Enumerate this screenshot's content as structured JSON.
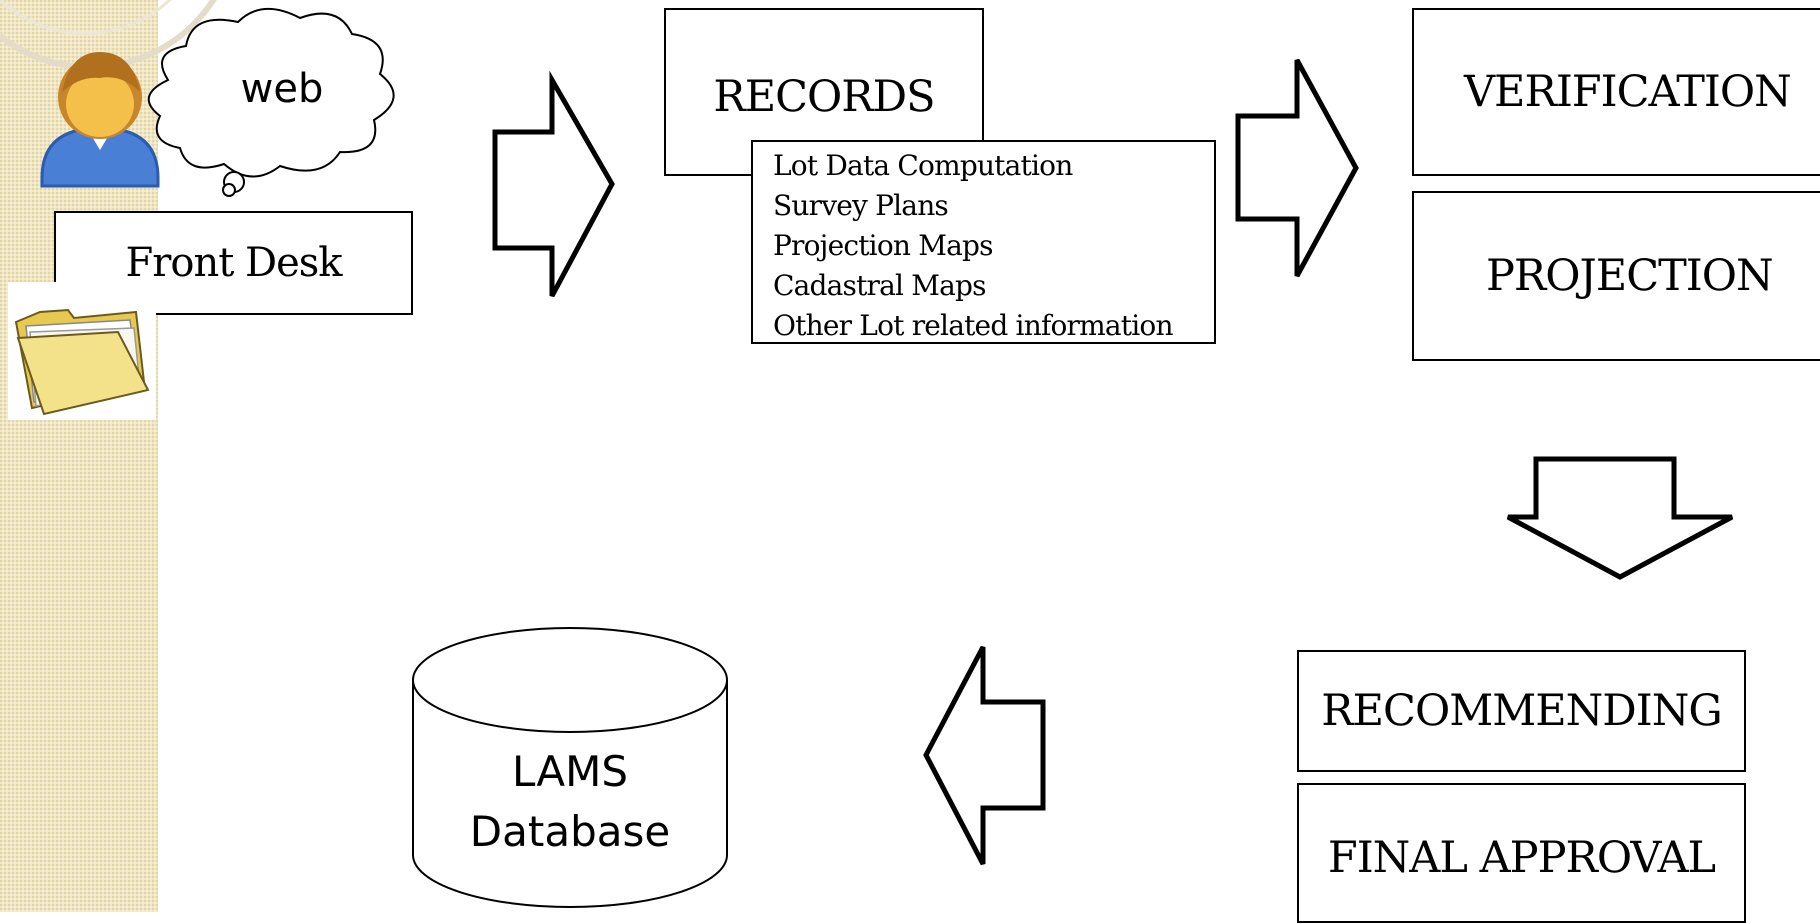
{
  "sidebar": {
    "color": "#efe6c4"
  },
  "user": {
    "bubble_text": "web"
  },
  "front_desk": {
    "label": "Front Desk"
  },
  "records": {
    "label": "RECORDS",
    "items": [
      "Lot Data Computation",
      "Survey Plans",
      "Projection Maps",
      "Cadastral Maps",
      "Other Lot related information"
    ]
  },
  "verification": {
    "label": "VERIFICATION"
  },
  "projection": {
    "label": "PROJECTION"
  },
  "recommending": {
    "label": "RECOMMENDING"
  },
  "final_approval": {
    "label": "FINAL APPROVAL"
  },
  "database": {
    "line1": "LAMS",
    "line2": "Database"
  },
  "icons": [
    "user-icon",
    "thought-bubble-icon",
    "folder-icon",
    "arrow-right-icon",
    "arrow-down-icon",
    "arrow-left-icon",
    "database-icon"
  ]
}
